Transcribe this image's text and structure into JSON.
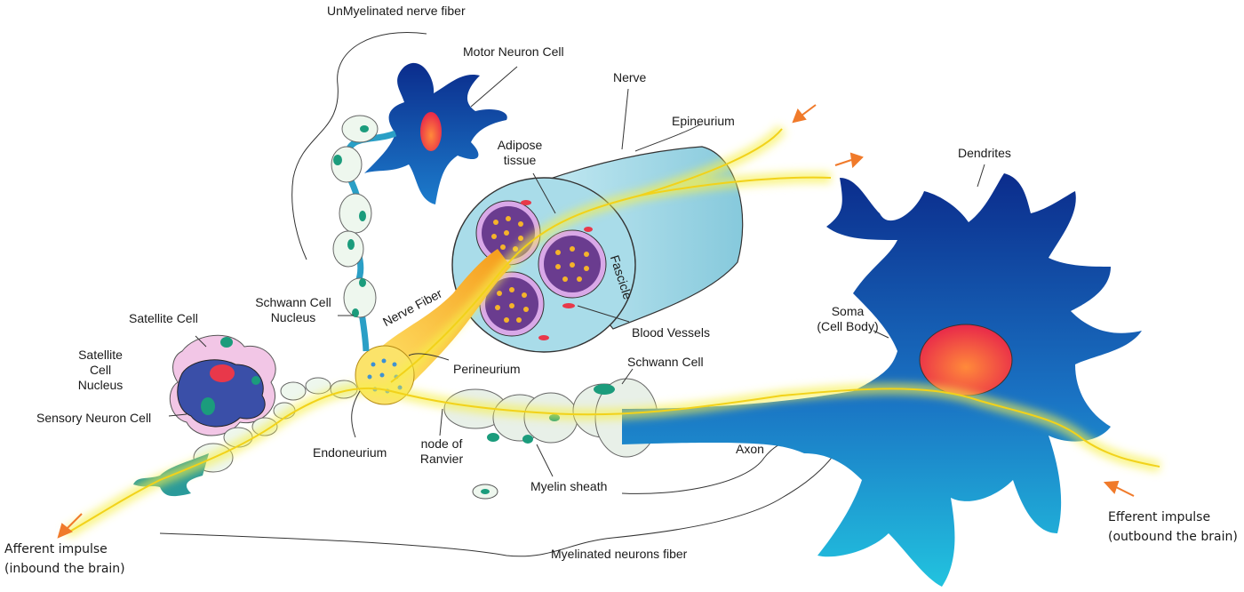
{
  "labels": {
    "unmyelinated": "UnMyelinated nerve fiber",
    "motor_neuron": "Motor Neuron Cell",
    "nerve": "Nerve",
    "epineurium": "Epineurium",
    "adipose_1": "Adipose",
    "adipose_2": "tissue",
    "dendrites": "Dendrites",
    "fascicle": "Fascicle",
    "nerve_fiber": "Nerve Fiber",
    "schwann_nucleus_1": "Schwann Cell",
    "schwann_nucleus_2": "Nucleus",
    "satellite_cell": "Satellite Cell",
    "satellite_nucleus_1": "Satellite",
    "satellite_nucleus_2": "Cell",
    "satellite_nucleus_3": "Nucleus",
    "sensory_neuron": "Sensory Neuron Cell",
    "blood_vessels": "Blood Vessels",
    "soma_1": "Soma",
    "soma_2": "(Cell Body)",
    "perineurium": "Perineurium",
    "schwann_cell": "Schwann Cell",
    "endoneurium": "Endoneurium",
    "node_1": "node of",
    "node_2": "Ranvier",
    "axon": "Axon",
    "myelin_sheath": "Myelin sheath",
    "myelinated_fiber": "Myelinated neurons fiber",
    "afferent_1": "Afferent impulse",
    "afferent_2": "(inbound the brain)",
    "efferent_1": "Efferent impulse",
    "efferent_2": "(outbound the brain)"
  },
  "colors": {
    "impulse_glow": "#f7f04a",
    "arrow": "#f07a2a",
    "neuron_dark": "#0b2c8c",
    "neuron_light": "#1fb6d8",
    "nucleus": "#e8384a",
    "nerve_body": "#a9dce9",
    "fascicle": "#6a3c8f"
  }
}
